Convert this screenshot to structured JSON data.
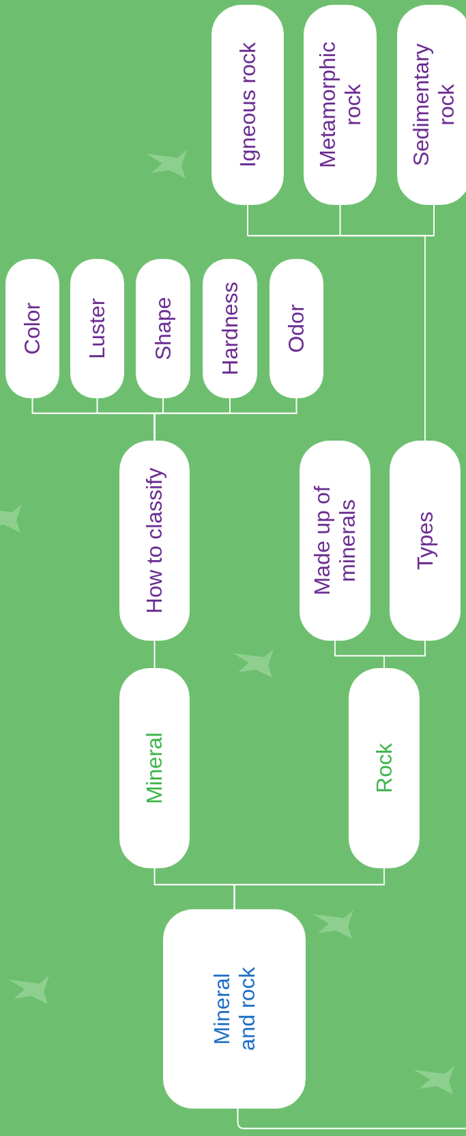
{
  "diagram": {
    "nodes": [
      {
        "text": [
          "Mineral and rock"
        ]
      },
      {
        "text": [
          "Mineral"
        ]
      },
      {
        "text": [
          "How to classify"
        ]
      },
      {
        "text": [
          "Color"
        ]
      },
      {
        "text": [
          "Luster"
        ]
      },
      {
        "text": [
          "Shape"
        ]
      },
      {
        "text": [
          "Hardness"
        ]
      },
      {
        "text": [
          "Odor"
        ]
      },
      {
        "text": [
          "Rock"
        ]
      },
      {
        "text": [
          "Made up of minerals"
        ]
      },
      {
        "text": [
          "Types"
        ]
      },
      {
        "text": [
          "Igneous rock"
        ]
      },
      {
        "text": [
          "Metamorphic rock"
        ]
      },
      {
        "text": [
          "Sedimentary rock"
        ]
      }
    ],
    "edges": [
      {
        "from": 0,
        "to": 1,
        "arrow": "none"
      },
      {
        "from": 0,
        "to": 8,
        "arrow": "none"
      },
      {
        "from": 1,
        "to": 2,
        "arrow": "none"
      },
      {
        "from": 2,
        "to": 3,
        "arrow": "none"
      },
      {
        "from": 2,
        "to": 4,
        "arrow": "none"
      },
      {
        "from": 2,
        "to": 5,
        "arrow": "none"
      },
      {
        "from": 2,
        "to": 6,
        "arrow": "none"
      },
      {
        "from": 2,
        "to": 7,
        "arrow": "none"
      },
      {
        "from": 8,
        "to": 9,
        "arrow": "none"
      },
      {
        "from": 8,
        "to": 10,
        "arrow": "none"
      },
      {
        "from": 10,
        "to": 11,
        "arrow": "none"
      },
      {
        "from": 10,
        "to": 12,
        "arrow": "none"
      },
      {
        "from": 10,
        "to": 13,
        "arrow": "none"
      }
    ]
  }
}
